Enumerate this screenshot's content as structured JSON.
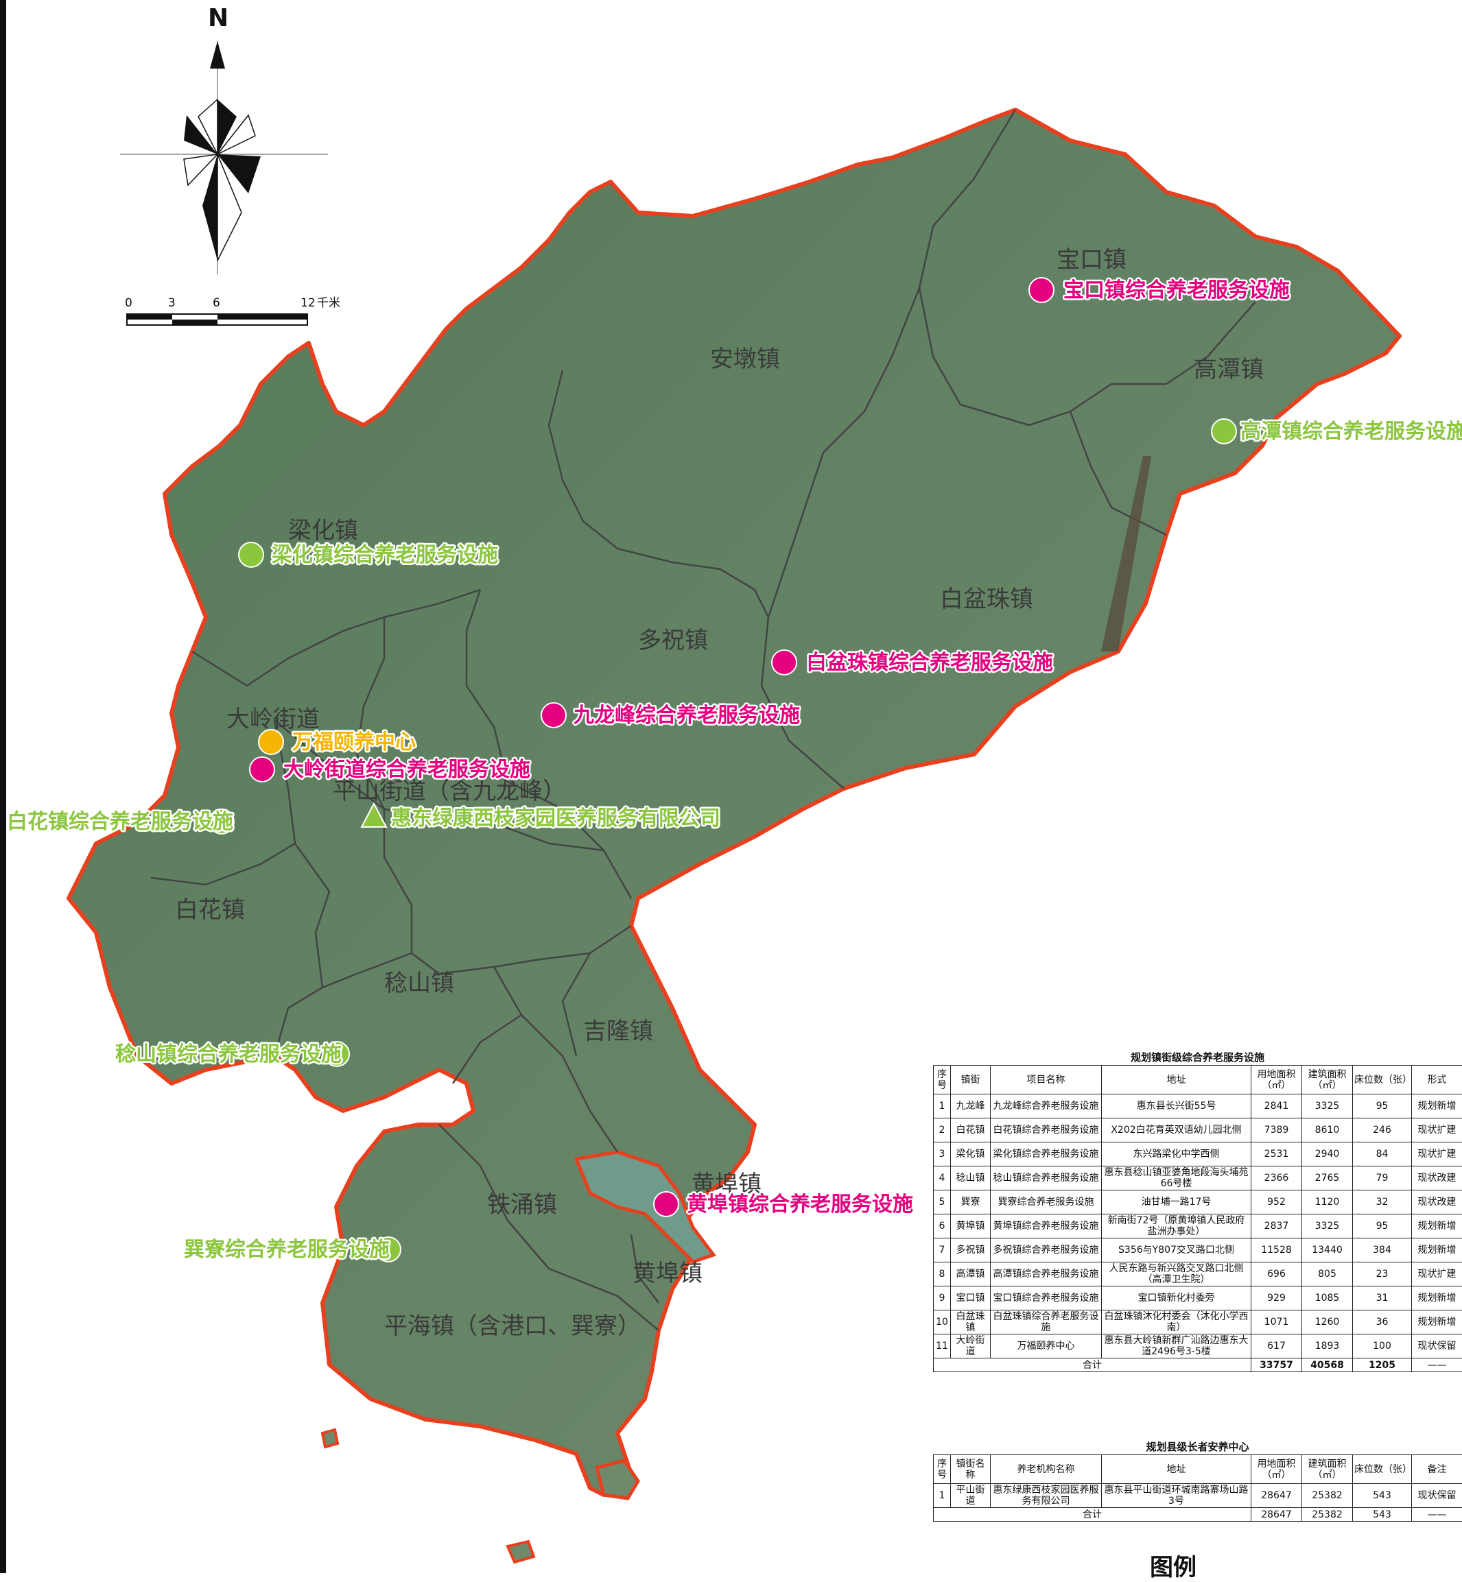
{
  "compass": {
    "north_label": "N"
  },
  "scale_bar": {
    "ticks": [
      "0",
      "3",
      "6",
      "12"
    ],
    "unit": "千米"
  },
  "towns": [
    {
      "name": "宝口镇"
    },
    {
      "name": "安墩镇"
    },
    {
      "name": "高潭镇"
    },
    {
      "name": "梁化镇"
    },
    {
      "name": "白盆珠镇"
    },
    {
      "name": "多祝镇"
    },
    {
      "name": "大岭街道"
    },
    {
      "name": "平山街道（含九龙峰）"
    },
    {
      "name": "白花镇"
    },
    {
      "name": "稔山镇"
    },
    {
      "name": "吉隆镇"
    },
    {
      "name": "黄埠镇"
    },
    {
      "name": "铁涌镇"
    },
    {
      "name": "黄埠镇"
    },
    {
      "name": "平海镇（含港口、巽寮）"
    }
  ],
  "facilities": [
    {
      "name": "宝口镇综合养老服务设施",
      "type": "planned",
      "color": "#e4007f"
    },
    {
      "name": "高潭镇综合养老服务设施",
      "type": "existing",
      "color": "#8cc63f"
    },
    {
      "name": "梁化镇综合养老服务设施",
      "type": "existing",
      "color": "#8cc63f"
    },
    {
      "name": "白盆珠镇综合养老服务设施",
      "type": "planned",
      "color": "#e4007f"
    },
    {
      "name": "九龙峰综合养老服务设施",
      "type": "planned",
      "color": "#e4007f"
    },
    {
      "name": "万福颐养中心",
      "type": "existing-retained",
      "color": "#f7b500"
    },
    {
      "name": "大岭街道综合养老服务设施",
      "type": "planned",
      "color": "#e4007f"
    },
    {
      "name": "惠东绿康西枝家园医养服务有限公司",
      "type": "county",
      "color": "#8cc63f"
    },
    {
      "name": "白花镇综合养老服务设施",
      "type": "existing",
      "color": "#8cc63f"
    },
    {
      "name": "稔山镇综合养老服务设施",
      "type": "existing",
      "color": "#8cc63f"
    },
    {
      "name": "黄埠镇综合养老服务设施",
      "type": "planned",
      "color": "#e4007f"
    },
    {
      "name": "巽寮综合养老服务设施",
      "type": "existing",
      "color": "#8cc63f"
    }
  ],
  "table1": {
    "title": "规划镇街级综合养老服务设施",
    "headers": [
      "序号",
      "镇街",
      "项目名称",
      "地址",
      "用地面积（㎡）",
      "建筑面积（㎡）",
      "床位数（张）",
      "形式"
    ],
    "rows": [
      [
        "1",
        "九龙峰",
        "九龙峰综合养老服务设施",
        "惠东县长兴街55号",
        "2841",
        "3325",
        "95",
        "规划新增"
      ],
      [
        "2",
        "白花镇",
        "白花镇综合养老服务设施",
        "X202白花育英双语幼儿园北侧",
        "7389",
        "8610",
        "246",
        "现状扩建"
      ],
      [
        "3",
        "梁化镇",
        "梁化镇综合养老服务设施",
        "东兴路梁化中学西侧",
        "2531",
        "2940",
        "84",
        "现状扩建"
      ],
      [
        "4",
        "稔山镇",
        "稔山镇综合养老服务设施",
        "惠东县稔山镇亚婆角地段海头埔苑66号楼",
        "2366",
        "2765",
        "79",
        "现状改建"
      ],
      [
        "5",
        "巽寮",
        "巽寮综合养老服务设施",
        "油甘埔一路17号",
        "952",
        "1120",
        "32",
        "现状改建"
      ],
      [
        "6",
        "黄埠镇",
        "黄埠镇综合养老服务设施",
        "新南街72号（原黄埠镇人民政府盐洲办事处）",
        "2837",
        "3325",
        "95",
        "规划新增"
      ],
      [
        "7",
        "多祝镇",
        "多祝镇综合养老服务设施",
        "S356与Y807交叉路口北侧",
        "11528",
        "13440",
        "384",
        "规划新增"
      ],
      [
        "8",
        "高潭镇",
        "高潭镇综合养老服务设施",
        "人民东路与新兴路交叉路口北侧（高潭卫生院）",
        "696",
        "805",
        "23",
        "现状扩建"
      ],
      [
        "9",
        "宝口镇",
        "宝口镇综合养老服务设施",
        "宝口镇新化村委旁",
        "929",
        "1085",
        "31",
        "规划新增"
      ],
      [
        "10",
        "白盆珠镇",
        "白盆珠镇综合养老服务设施",
        "白盆珠镇沐化村委会（沐化小学西南）",
        "1071",
        "1260",
        "36",
        "规划新增"
      ],
      [
        "11",
        "大岭街道",
        "万福颐养中心",
        "惠东县大岭镇新群广汕路边惠东大道2496号3-5楼",
        "617",
        "1893",
        "100",
        "现状保留"
      ]
    ],
    "total": {
      "label": "合计",
      "land": "33757",
      "building": "40568",
      "beds": "1205",
      "form": "——"
    }
  },
  "table2": {
    "title": "规划县级长者安养中心",
    "headers": [
      "序号",
      "镇街名称",
      "养老机构名称",
      "地址",
      "用地面积（㎡）",
      "建筑面积（㎡）",
      "床位数（张）",
      "备注"
    ],
    "rows": [
      [
        "1",
        "平山街道",
        "惠东绿康西枝家园医养服务有限公司",
        "惠东县平山街道环城南路寨场山路3号",
        "28647",
        "25382",
        "543",
        "现状保留"
      ]
    ],
    "total": {
      "label": "合计",
      "land": "28647",
      "building": "25382",
      "beds": "543",
      "form": "——"
    }
  },
  "legend": {
    "title": "图例"
  },
  "colors": {
    "boundary": "#e8401e",
    "planned": "#e4007f",
    "existing": "#8cc63f",
    "retained": "#f7b500",
    "terrain": "#5b7b60"
  }
}
